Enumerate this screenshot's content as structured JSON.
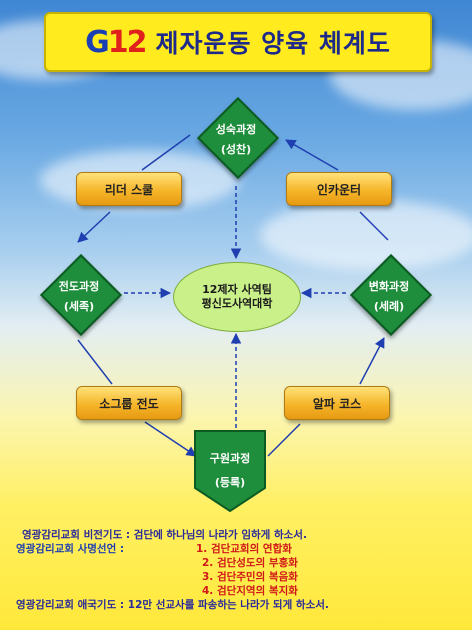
{
  "title": {
    "logo_letter": "G",
    "logo_number": "12",
    "text": "제자운동 양육 체계도"
  },
  "diagram": {
    "nodes": {
      "top": {
        "line1": "성숙과정",
        "line2": "(성찬)"
      },
      "left": {
        "line1": "전도과정",
        "line2": "(세족)"
      },
      "right": {
        "line1": "변화과정",
        "line2": "(세례)"
      },
      "bottom": {
        "line1": "구원과정",
        "line2": "(등록)"
      }
    },
    "boxes": {
      "top_left": "리더 스쿨",
      "top_right": "인카운터",
      "bottom_left": "소그룹 전도",
      "bottom_right": "알파 코스"
    },
    "center": {
      "line1": "12제자 사역팀",
      "line2": "평신도사역대학"
    },
    "colors": {
      "diamond": "#1f8e3c",
      "box": "#f6b52a",
      "arrow": "#1f3fb0",
      "center": "#c9f089"
    }
  },
  "footer": {
    "vision_label": "영광감리교회 비전기도 :",
    "vision_text": "검단에 하나님의 나라가 임하게 하소서.",
    "mission_label": "영광감리교회 사명선언 :",
    "mission_items": [
      "1. 검단교회의 연합화",
      "2. 검단성도의 부흥화",
      "3. 검단주민의 복음화",
      "4. 검단지역의 복지화"
    ],
    "patriot_label": "영광감리교회 애국기도 :",
    "patriot_text": "12만 선교사를 파송하는 나라가 되게 하소서."
  }
}
